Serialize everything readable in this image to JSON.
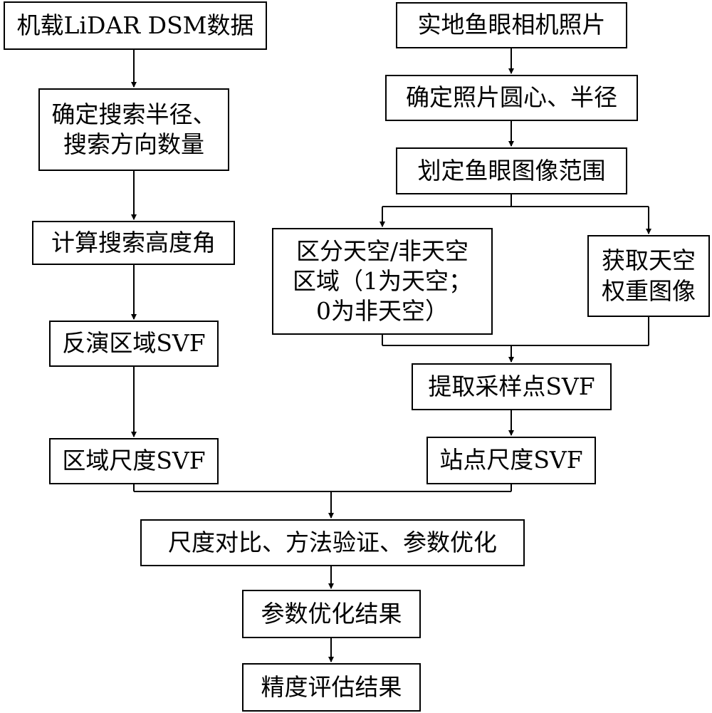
{
  "nodes": {
    "lidar": "机载LiDAR DSM数据",
    "radius_line1": "确定搜索半径、",
    "radius_line2": "搜索方向数量",
    "elevation": "计算搜索高度角",
    "invert": "反演区域SVF",
    "regional_svf": "区域尺度SVF",
    "fisheye_photo": "实地鱼眼相机照片",
    "center_radius": "确定照片圆心、半径",
    "fisheye_range": "划定鱼眼图像范围",
    "classify_line1": "区分天空/非天空",
    "classify_line2": "区域（1为天空；",
    "classify_line3": "0为非天空）",
    "weight_line1": "获取天空",
    "weight_line2": "权重图像",
    "extract": "提取采样点SVF",
    "site_svf": "站点尺度SVF",
    "compare": "尺度对比、方法验证、参数优化",
    "opt_result": "参数优化结果",
    "accuracy": "精度评估结果"
  },
  "colors": {
    "stroke": "#000000",
    "background": "#ffffff"
  }
}
